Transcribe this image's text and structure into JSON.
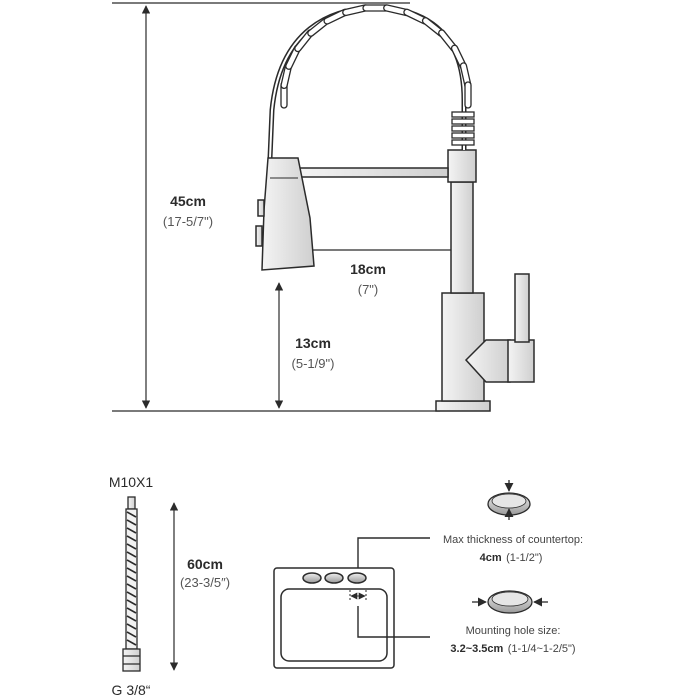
{
  "dimensions": {
    "total_height": {
      "value": "45cm",
      "imperial": "(17-5/7\")"
    },
    "reach": {
      "value": "18cm",
      "imperial": "(7\")"
    },
    "spout_clearance": {
      "value": "13cm",
      "imperial": "(5-1/9\")"
    },
    "hose_length": {
      "value": "60cm",
      "imperial": "(23-3/5″)"
    }
  },
  "hose": {
    "top_thread": "M10X1",
    "bottom_thread": "G 3/8“"
  },
  "countertop": {
    "label": "Max thickness of countertop:",
    "value": "4cm",
    "imperial": "(1-1/2\")"
  },
  "mounting_hole": {
    "label": "Mounting hole size:",
    "value": "3.2~3.5cm",
    "imperial": "(1-1/4~1-2/5\")"
  },
  "colors": {
    "line": "#2b2b2b",
    "metal": "#d9d9d9",
    "accent_dark": "#555555"
  }
}
